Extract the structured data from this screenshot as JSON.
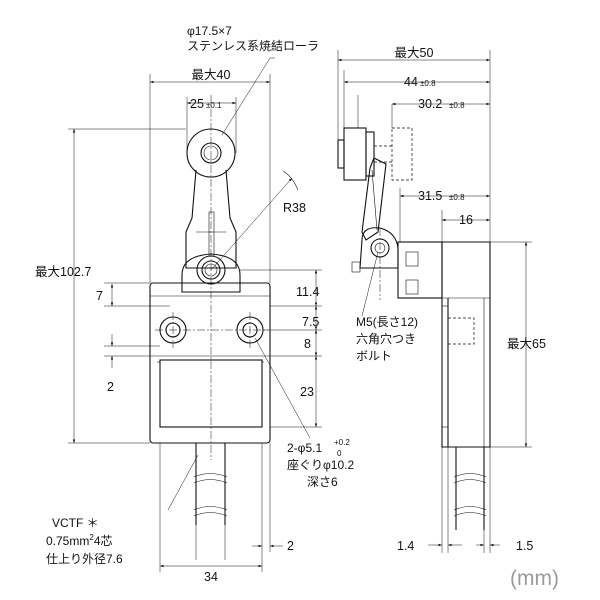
{
  "roller_note": {
    "line1": "φ17.5×7",
    "line2": "ステンレス系焼結ローラ"
  },
  "front_view": {
    "overall_width": "最大40",
    "roller_pitch": "25",
    "roller_pitch_tol": "±0.1",
    "lever_radius": "R38",
    "overall_height": "最大102.7",
    "dim_7": "7",
    "dim_11_4": "11.4",
    "dim_7_5": "7.5",
    "dim_8": "8",
    "dim_2_left": "2",
    "dim_23": "23",
    "hole_note": {
      "line1_prefix": "2-φ5.1",
      "tol_upper": "+0.2",
      "tol_lower": "0",
      "line2": "座ぐりφ10.2",
      "line3": "深さ6"
    },
    "cable_note": {
      "line1": "VCTF  ＊",
      "line2_a": "0.75mm",
      "line2_sup": "2",
      "line2_b": "4芯",
      "line3": "仕上り外径7.6"
    },
    "dim_34": "34",
    "dim_2_bottom": "2"
  },
  "side_view": {
    "overall_width": "最大50",
    "dim_44": "44",
    "dim_44_tol": "±0.8",
    "dim_30_2": "30.2",
    "dim_30_2_tol": "±0.8",
    "dim_31_5": "31.5",
    "dim_31_5_tol": "±0.8",
    "dim_16": "16",
    "overall_height": "最大65",
    "bolt_note": {
      "line1": "M5(長さ12)",
      "line2": "六角穴つき",
      "line3": "ボルト"
    },
    "dim_1_4": "1.4",
    "dim_1_5": "1.5"
  },
  "unit_label": "(mm)"
}
